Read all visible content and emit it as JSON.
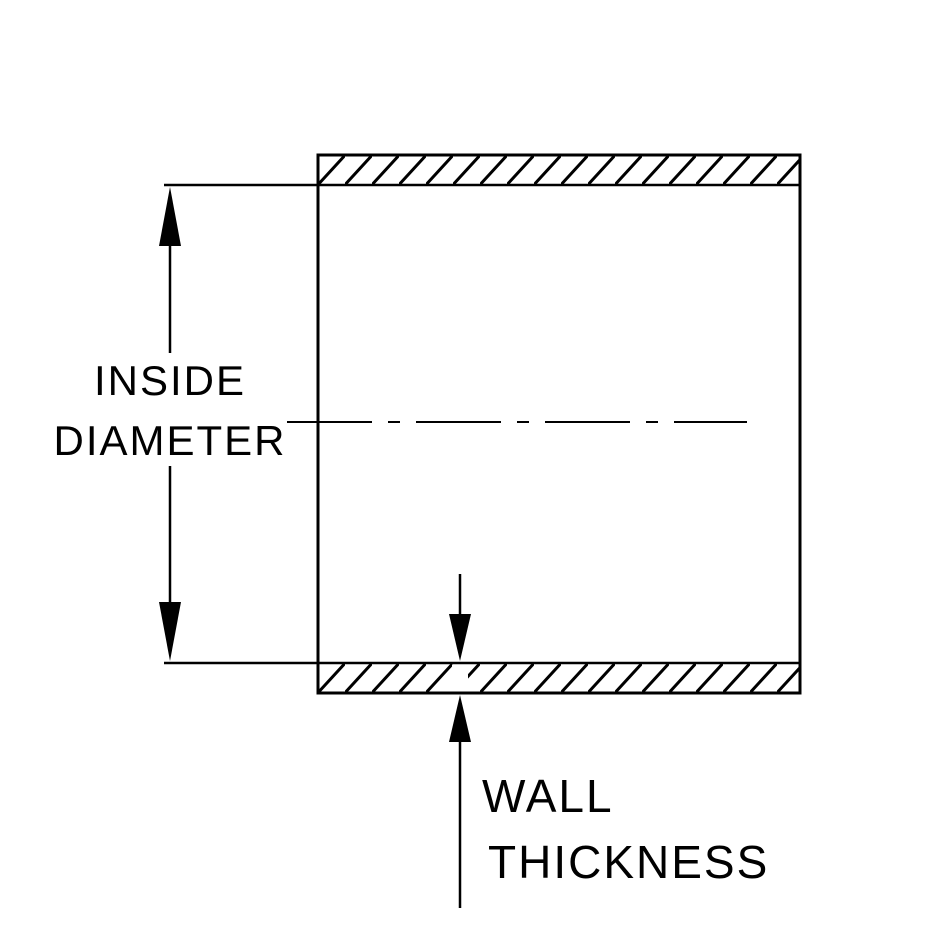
{
  "diagram": {
    "type": "engineering-cross-section",
    "subject": "tube-wall-cross-section",
    "labels": {
      "inside_diameter_line1": "INSIDE",
      "inside_diameter_line2": "DIAMETER",
      "wall_thickness_line1": "WALL",
      "wall_thickness_line2": "THICKNESS"
    },
    "colors": {
      "line": "#000000",
      "background": "#ffffff"
    }
  }
}
